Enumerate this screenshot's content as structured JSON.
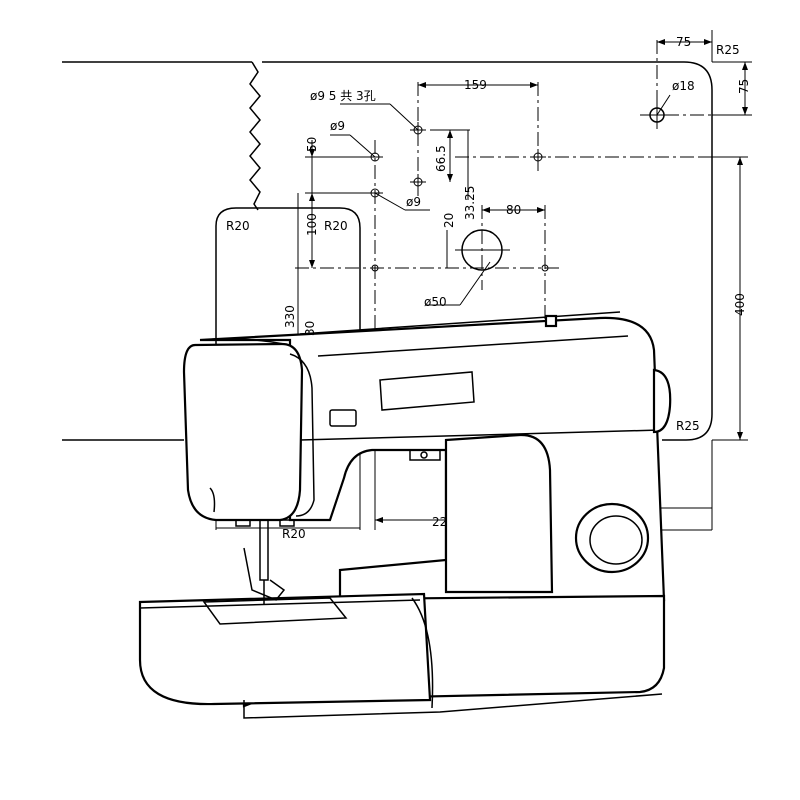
{
  "dimensions": {
    "top_width_75": "75",
    "corner_radius_top_right": "R25",
    "top_height_75": "75",
    "hole_spacing_159": "159",
    "hole_group_label": "ø9 5 共 3孔",
    "spool_hole_diameter": "ø18",
    "small_hole_upper": "ø9",
    "small_hole_lower": "ø9",
    "vertical_50": "50",
    "vertical_66_5": "66.5",
    "vertical_33_25": "33.25",
    "horizontal_80": "80",
    "vertical_20": "20",
    "vertical_100": "100",
    "corner_radius_left": "R20",
    "corner_radius_inner": "R20",
    "vertical_330": "330",
    "vertical_partial_30": "30",
    "main_hole_diameter": "ø50",
    "height_400": "400",
    "corner_radius_bottom_right": "R25",
    "corner_radius_bottom_left": "R20",
    "width_partial_22": "22"
  }
}
